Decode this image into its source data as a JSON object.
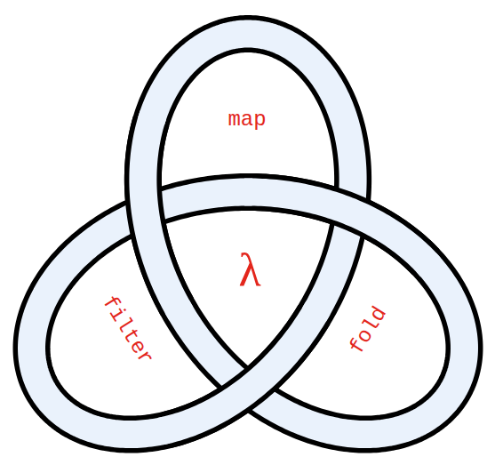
{
  "diagram": {
    "labels": [
      "map",
      "filter",
      "fold",
      "λ"
    ]
  }
}
